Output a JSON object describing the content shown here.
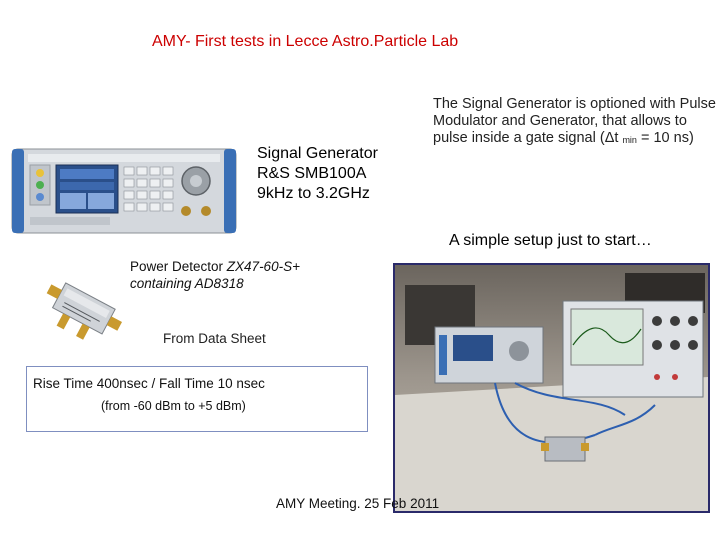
{
  "title": "AMY- First tests in Lecce Astro.Particle Lab",
  "signal_generator": {
    "label_lines": [
      "Signal Generator",
      "R&S SMB100A",
      "9kHz to 3.2GHz"
    ],
    "description_main": "The Signal Generator is optioned with Pulse Modulator and Generator, that allows to pulse inside a gate signal (Δt",
    "description_sub": "min",
    "description_end": " = 10 ns)"
  },
  "setup_caption": "A simple setup  just to start…",
  "power_detector": {
    "label_line1_prefix": "Power Detector ",
    "label_line1_model": "ZX47-60-S+",
    "label_line2": "containing AD8318"
  },
  "data_sheet": {
    "heading": "From Data Sheet",
    "rise_fall": "Rise Time 400nsec / Fall Time   10 nsec",
    "range": "(from -60 dBm to  +5 dBm)"
  },
  "footer": "AMY Meeting. 25 Feb 2011",
  "colors": {
    "title": "#cc0000",
    "box_border": "#7f8fc0",
    "photo_frame": "#2a2a6a"
  },
  "icons": {
    "signal_generator": "signal-generator-image",
    "power_detector": "power-detector-image",
    "lab_setup": "lab-setup-photo"
  }
}
